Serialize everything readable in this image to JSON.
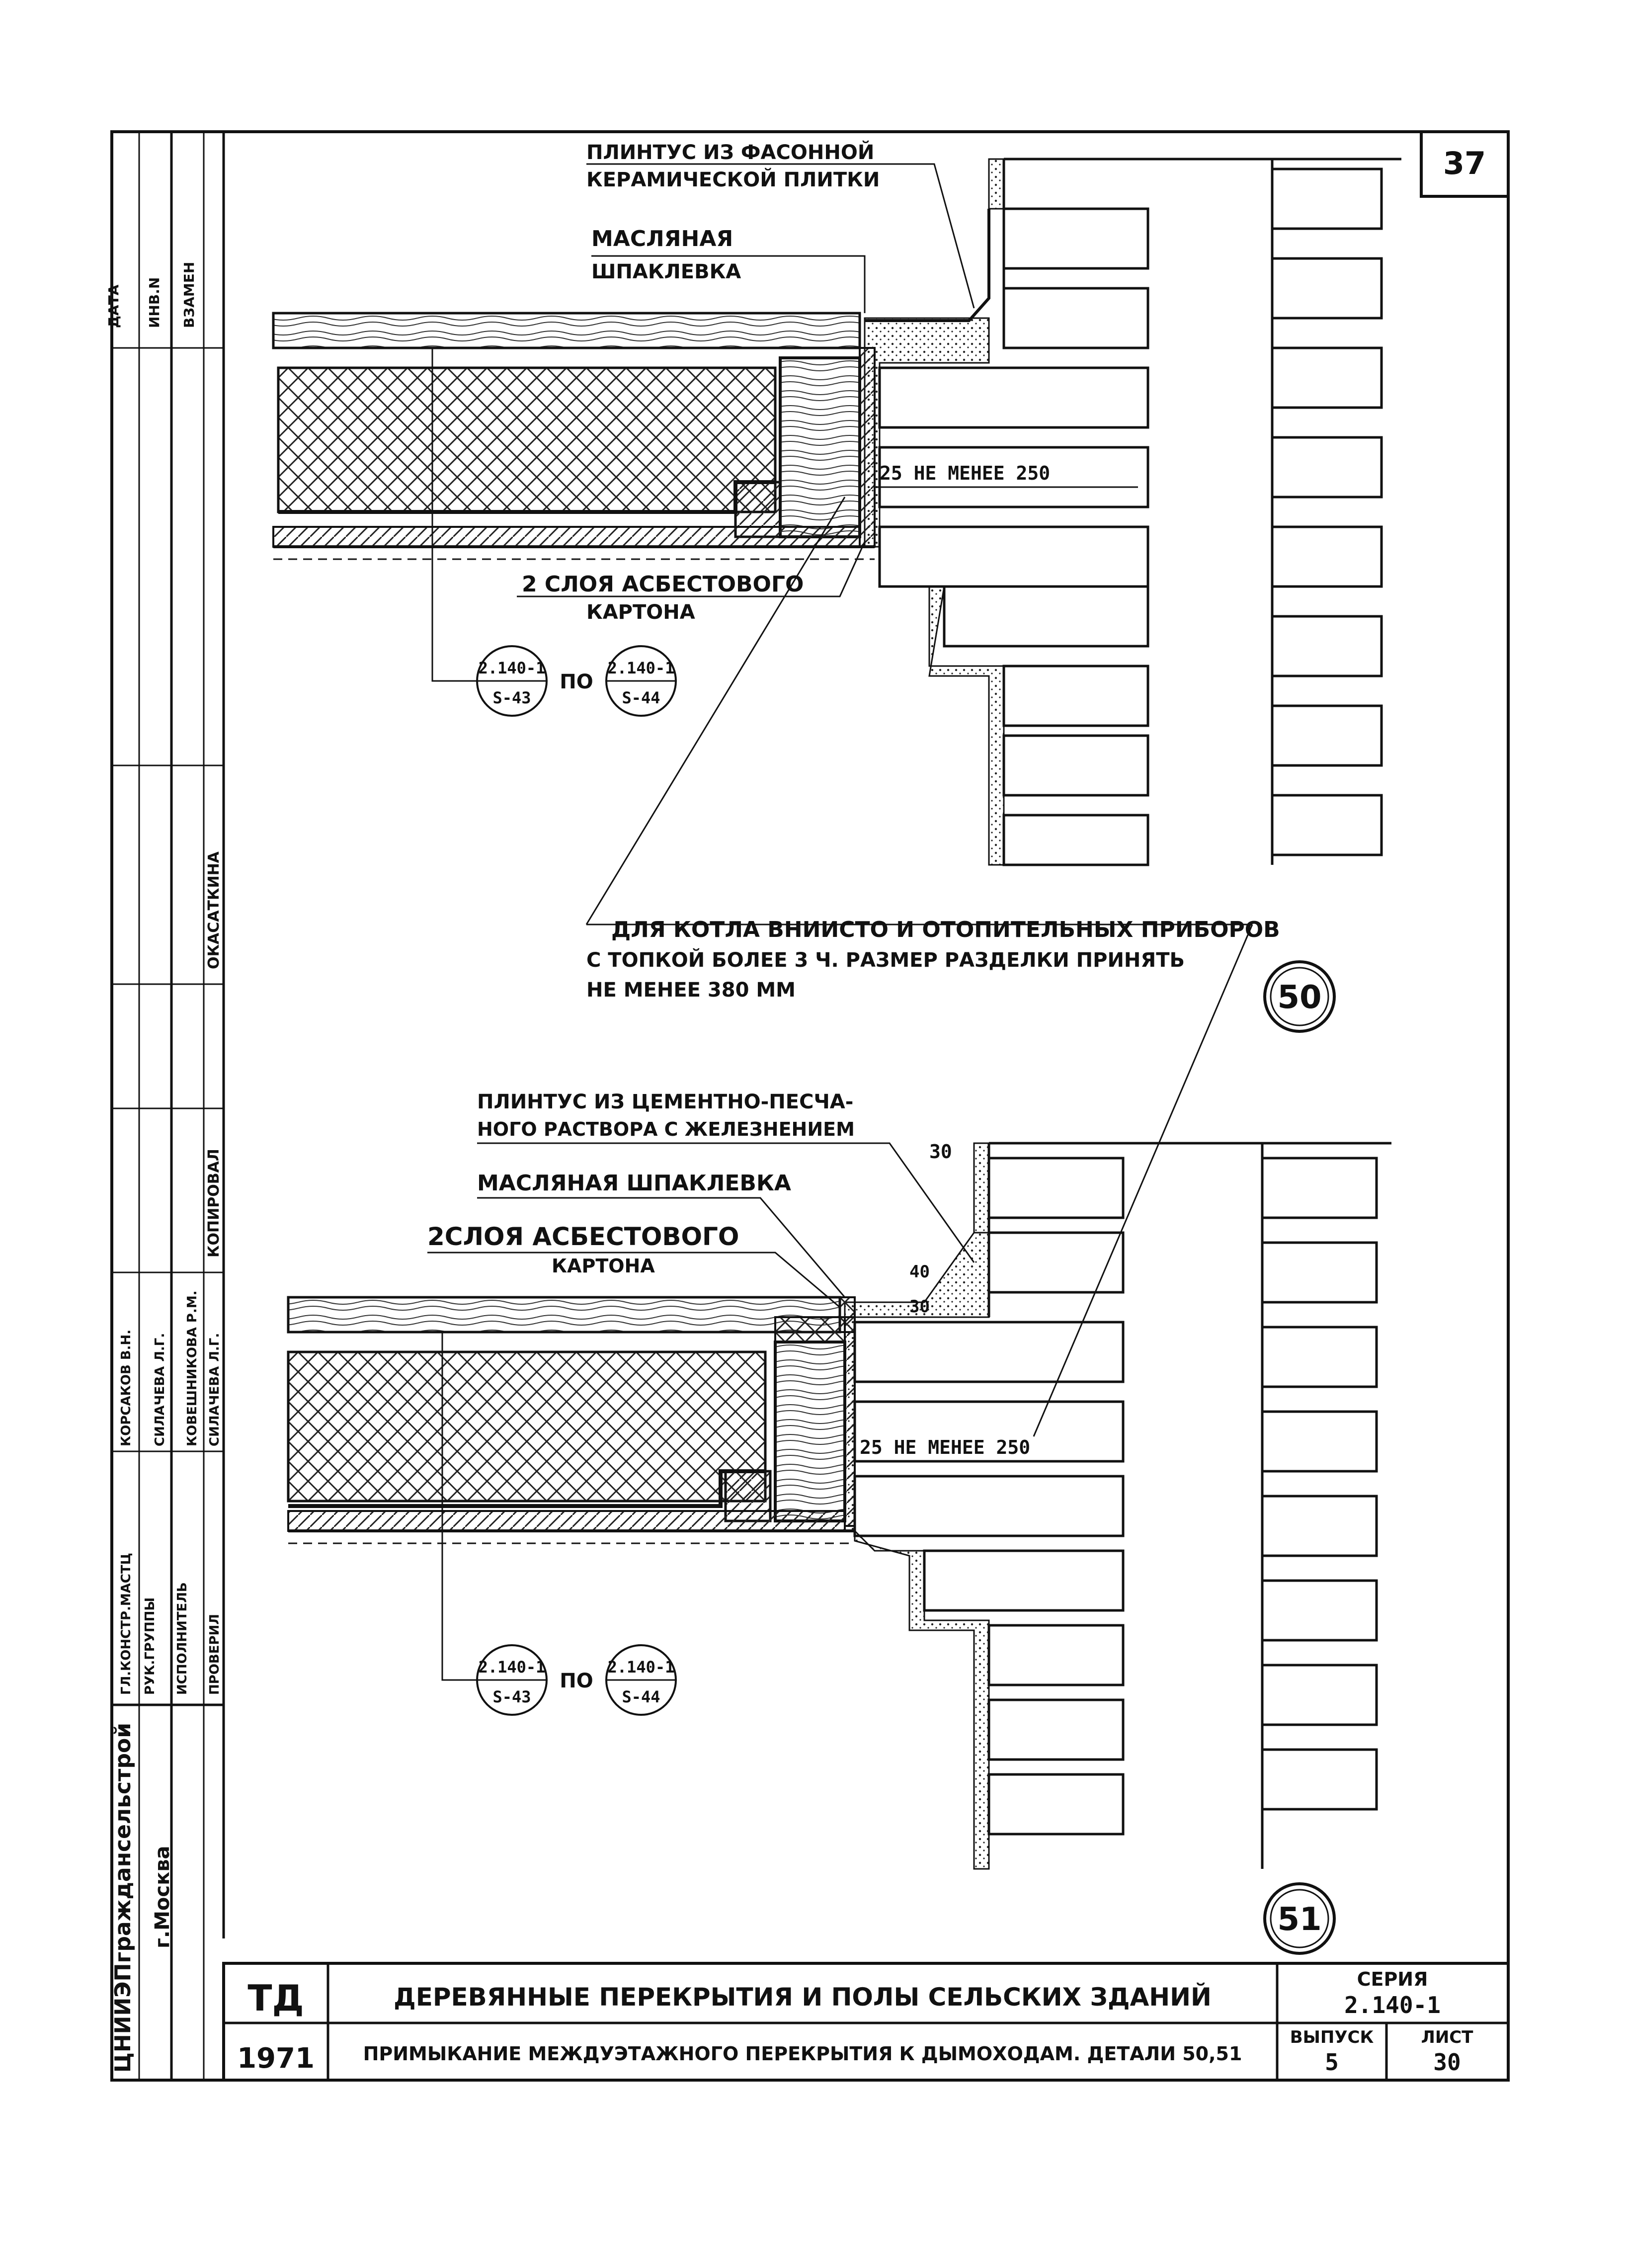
{
  "sheet_corner_number": "37",
  "side_stamp": {
    "org": "ЦНИИЭПграждансельстрой",
    "city": "г.Москва",
    "roles": [
      "ГЛ.КОНСТР.МАСТЦ",
      "РУК.ГРУППЫ",
      "ИСПОЛНИТЕЛЬ",
      "ПРОВЕРИЛ"
    ],
    "names": [
      "КОРСАКОВ В.Н.",
      "СИЛАЧЕВА Л.Г.",
      "КОВЕШНИКОВА Р.М.",
      "СИЛАЧЕВА Л.Г."
    ],
    "extra": [
      "КОПИРОВАЛ",
      "ОКАСАТКИНА"
    ],
    "top_fields": [
      "ДАТА",
      "ИНВ.N",
      "ВЗАМЕН"
    ]
  },
  "detail50": {
    "callout_plinth": [
      "ПЛИНТУС ИЗ ФАСОННОЙ",
      "КЕРАМИЧЕСКОЙ ПЛИТКИ"
    ],
    "callout_putty": [
      "МАСЛЯНАЯ",
      "ШПАКЛЕВКА"
    ],
    "dim_text": "25  НЕ МЕНЕЕ 250",
    "callout_asbestos": [
      "2 СЛОЯ АСБЕСТОВОГО",
      "КАРТОНА"
    ],
    "ref_left": {
      "top": "2.140-1",
      "bottom": "S-43"
    },
    "ref_word": "ПО",
    "ref_right": {
      "top": "2.140-1",
      "bottom": "S-44"
    },
    "mark": "50"
  },
  "note": [
    "ДЛЯ КОТЛА ВНИИСТО И ОТОПИТЕЛЬНЫХ ПРИБОРОВ",
    "С ТОПКОЙ БОЛЕЕ 3 Ч. РАЗМЕР РАЗДЕЛКИ ПРИНЯТЬ",
    "НЕ МЕНЕЕ 380 ММ"
  ],
  "detail51": {
    "callout_plinth": [
      "ПЛИНТУС ИЗ ЦЕМЕНТНО-ПЕСЧА-",
      "НОГО РАСТВОРА С ЖЕЛЕЗНЕНИЕМ"
    ],
    "callout_putty": "МАСЛЯНАЯ ШПАКЛЕВКА",
    "callout_asbestos": [
      "2СЛОЯ АСБЕСТОВОГО",
      "КАРТОНА"
    ],
    "dims": [
      "30",
      "40",
      "30"
    ],
    "dim_text": "25  НЕ МЕНЕЕ 250",
    "ref_left": {
      "top": "2.140-1",
      "bottom": "S-43"
    },
    "ref_word": "ПО",
    "ref_right": {
      "top": "2.140-1",
      "bottom": "S-44"
    },
    "mark": "51"
  },
  "title_block": {
    "code": "ТД",
    "year": "1971",
    "title_main": "ДЕРЕВЯННЫЕ ПЕРЕКРЫТИЯ И ПОЛЫ СЕЛЬСКИХ ЗДАНИЙ",
    "title_sub": "ПРИМЫКАНИЕ МЕЖДУЭТАЖНОГО ПЕРЕКРЫТИЯ К ДЫМОХОДАМ. ДЕТАЛИ 50,51",
    "series_label": "СЕРИЯ",
    "series_value": "2.140-1",
    "issue_label": "ВЫПУСК",
    "issue_value": "5",
    "sheet_label": "ЛИСТ",
    "sheet_value": "30"
  }
}
